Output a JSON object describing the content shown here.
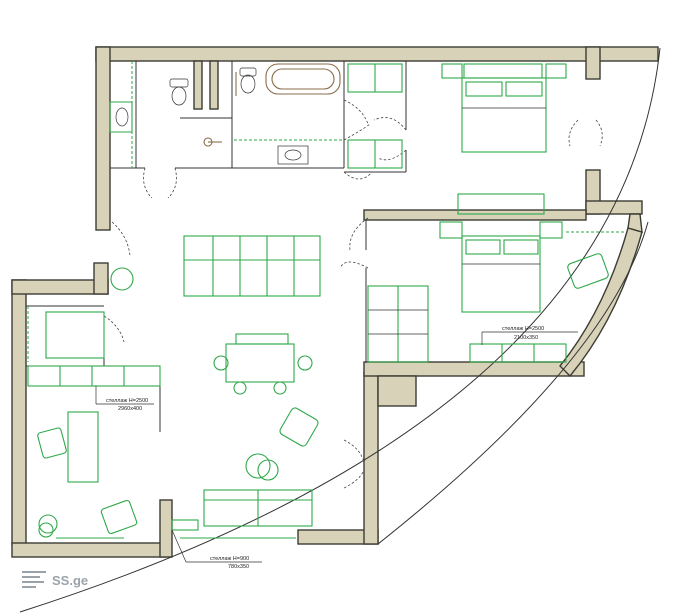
{
  "annotations": {
    "shelf_bedroom": {
      "title": "стеллаж H=2500",
      "size": "2100x350"
    },
    "shelf_office": {
      "title": "стеллаж H=2500",
      "size": "2960x400"
    },
    "shelf_living": {
      "title": "стеллаж H=900",
      "size": "780x350"
    }
  },
  "watermark": {
    "text": "SS.ge"
  },
  "colors": {
    "wall": "#d8d2b8",
    "furniture": "#2fa84a",
    "lines": "#333333",
    "logo": "#9aa3aa"
  }
}
